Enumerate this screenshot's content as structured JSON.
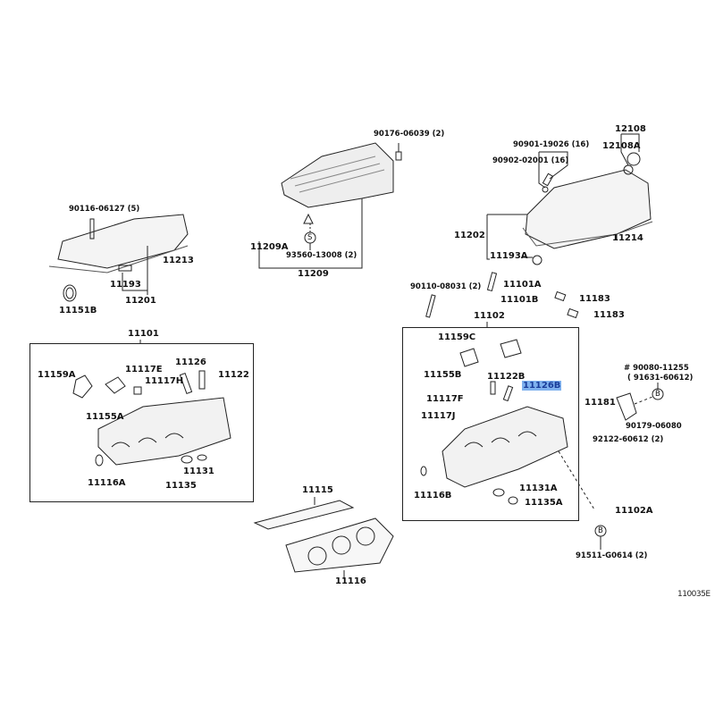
{
  "diagram_id": "110035E",
  "highlight_color": "#7fb1ee",
  "labels": {
    "p90176": "90176-06039 (2)",
    "p90901": "90901-19026 (16)",
    "p90902": "90902-02001 (16)",
    "p12108": "12108",
    "p12108A": "12108A",
    "p11202": "11202",
    "p11214": "11214",
    "p11193A": "11193A",
    "p90116": "90116-06127 (5)",
    "p11213": "11213",
    "p11193": "11193",
    "p11201": "11201",
    "p11151B": "11151B",
    "p11209A": "11209A",
    "p93560": "93560-13008 (2)",
    "p11209": "11209",
    "p90110": "90110-08031 (2)",
    "p11101A": "11101A",
    "p11101B": "11101B",
    "p11183a": "11183",
    "p11183b": "11183",
    "p11102": "11102",
    "p11101": "11101",
    "p11159A": "11159A",
    "p11117E": "11117E",
    "p11117H": "11117H",
    "p11126": "11126",
    "p11122": "11122",
    "p11155A": "11155A",
    "p11116A": "11116A",
    "p11131": "11131",
    "p11135": "11135",
    "p11159C": "11159C",
    "p11155B": "11155B",
    "p11122B": "11122B",
    "p11126B": "11126B",
    "p11117F": "11117F",
    "p11117J": "11117J",
    "p11116B": "11116B",
    "p11131A": "11131A",
    "p11135A": "11135A",
    "p90080": "# 90080-11255",
    "p91631": "( 91631-60612)",
    "p11181": "11181",
    "p90179": "90179-06080",
    "p92122": "92122-60612 (2)",
    "p11102A": "11102A",
    "p91511": "91511-G0614 (2)",
    "p11115": "11115",
    "p11116": "11116",
    "mark_s": "S",
    "mark_b1": "B",
    "mark_b2": "B"
  }
}
